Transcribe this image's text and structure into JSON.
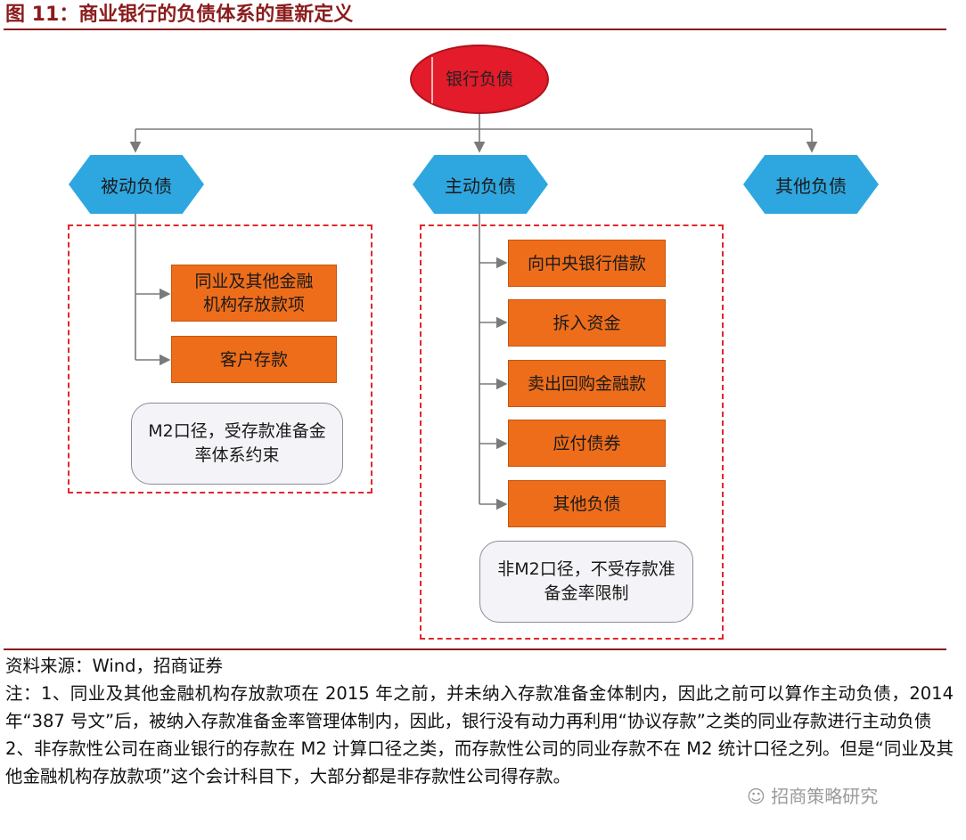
{
  "header": {
    "title": "图 11：商业银行的负债体系的重新定义"
  },
  "diagram": {
    "root": "银行负债",
    "categories": {
      "passive": "被动负债",
      "active": "主动负债",
      "other": "其他负债"
    },
    "passive_items": [
      "同业及其他金融机构存放款项",
      "客户存款"
    ],
    "passive_note": "M2口径，受存款准备金率体系约束",
    "active_items": [
      "向中央银行借款",
      "拆入资金",
      "卖出回购金融款",
      "应付债券",
      "其他负债"
    ],
    "active_note": "非M2口径，不受存款准备金率限制"
  },
  "footer": {
    "source": "资料来源：Wind，招商证券",
    "note1": "注：1、同业及其他金融机构存放款项在 2015 年之前，并未纳入存款准备金体制内，因此之前可以算作主动负债，2014 年“387 号文”后，被纳入存款准备金率管理体制内，因此，银行没有动力再利用“协议存款”之类的同业存款进行主动负债",
    "note2": "2、非存款性公司在商业银行的存款在 M2 计算口径之类，而存款性公司的同业存款不在 M2 统计口径之列。但是“同业及其他金融机构存放款项”这个会计科目下，大部分都是非存款性公司得存款。"
  },
  "watermark": "招商策略研究",
  "colors": {
    "root": "#e31b2a",
    "category": "#2ea7e0",
    "item": "#ee6d1a",
    "dash": "#e3262e",
    "rule": "#8b1c1c"
  }
}
